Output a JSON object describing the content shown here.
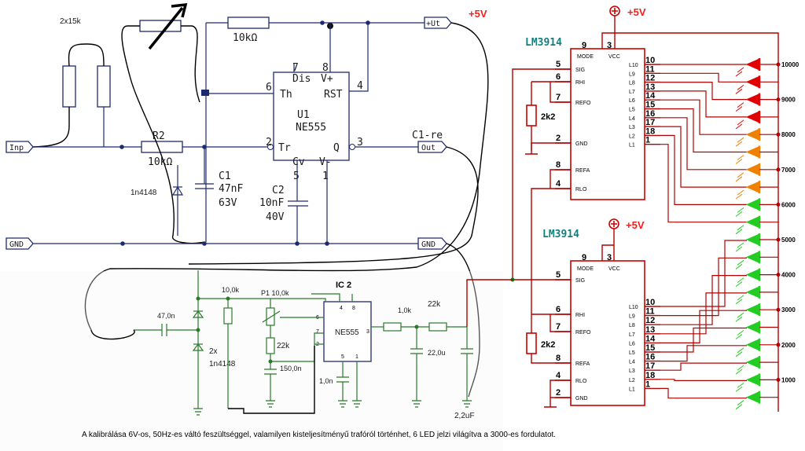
{
  "top_circuit": {
    "label_2x15k": "2x15k",
    "r_10k_top": "10kΩ",
    "r2_name": "R2",
    "r2_value": "10kΩ",
    "c1_name": "C1",
    "c1_value": "47nF",
    "c1_voltage": "63V",
    "c2_name": "C2",
    "c2_value": "10nF",
    "c2_voltage": "40V",
    "diode": "1n4148",
    "u1_name": "U1",
    "u1_part": "NE555",
    "pin_dis": "Dis",
    "pin_vplus": "V+",
    "pin_th": "Th",
    "pin_rst": "RST",
    "pin_tr": "Tr",
    "pin_q": "Q",
    "pin_cv": "Cv",
    "pin_vminus": "V-",
    "pin_nums": {
      "p7": "7",
      "p8": "8",
      "p6": "6",
      "p4": "4",
      "p2": "2",
      "p3": "3",
      "p5": "5",
      "p1": "1"
    },
    "tag_inp": "Inp",
    "tag_gnd_left": "GND",
    "tag_gnd_right": "GND",
    "tag_out": "Out",
    "tag_ut": "+Ut",
    "c1re": "C1-re",
    "plus5v": "+5V"
  },
  "bottom_circuit": {
    "ic2_name": "IC 2",
    "ic2_part": "NE555",
    "r_10k": "10,0k",
    "p1": "P1 10,0k",
    "r_22k_left": "22k",
    "c_150n": "150,0n",
    "c_47n": "47,0n",
    "diodes": "2x",
    "diodes2": "1n4148",
    "r_1k": "1,0k",
    "r_22k_right": "22k",
    "c_22u": "22,0u",
    "c_1n": "1,0n",
    "c_2_2uf": "2,2uF",
    "pins": {
      "p4": "4",
      "p8": "8",
      "p6": "6",
      "p7": "7",
      "p2": "2",
      "p3": "3",
      "p5": "5",
      "p1": "1"
    }
  },
  "lm_top": {
    "name": "LM3914",
    "supply": "+5V",
    "mode": "MODE",
    "vcc": "VCC",
    "pin9": "9",
    "pin3": "3",
    "left_pins": [
      {
        "num": "5",
        "name": "SIG"
      },
      {
        "num": "6",
        "name": "RHI"
      },
      {
        "num": "7",
        "name": "REFO"
      },
      {
        "num": "2",
        "name": "GND"
      },
      {
        "num": "8",
        "name": "REFA"
      },
      {
        "num": "4",
        "name": "RLO"
      }
    ],
    "right_pins": [
      {
        "num": "10",
        "name": "L10"
      },
      {
        "num": "11",
        "name": "L9"
      },
      {
        "num": "12",
        "name": "L8"
      },
      {
        "num": "13",
        "name": "L7"
      },
      {
        "num": "14",
        "name": "L6"
      },
      {
        "num": "15",
        "name": "L5"
      },
      {
        "num": "16",
        "name": "L4"
      },
      {
        "num": "17",
        "name": "L3"
      },
      {
        "num": "18",
        "name": "L2"
      },
      {
        "num": "1",
        "name": "L1"
      }
    ],
    "resistor": "2k2"
  },
  "lm_bottom": {
    "name": "LM3914",
    "supply": "+5V",
    "mode": "MODE",
    "vcc": "VCC",
    "pin9": "9",
    "pin3": "3",
    "left_pins": [
      {
        "num": "5",
        "name": "SIG"
      },
      {
        "num": "6",
        "name": "RHI"
      },
      {
        "num": "7",
        "name": "REFO"
      },
      {
        "num": "8",
        "name": "REFA"
      },
      {
        "num": "4",
        "name": "RLO"
      },
      {
        "num": "2",
        "name": "GND"
      }
    ],
    "right_pins": [
      {
        "num": "10",
        "name": "L10"
      },
      {
        "num": "11",
        "name": "L9"
      },
      {
        "num": "12",
        "name": "L8"
      },
      {
        "num": "13",
        "name": "L7"
      },
      {
        "num": "14",
        "name": "L6"
      },
      {
        "num": "15",
        "name": "L5"
      },
      {
        "num": "16",
        "name": "L4"
      },
      {
        "num": "17",
        "name": "L3"
      },
      {
        "num": "18",
        "name": "L2"
      },
      {
        "num": "1",
        "name": "L1"
      }
    ],
    "resistor": "2k2"
  },
  "plus5v_header": "+5V",
  "led_colors": {
    "red": "#e00000",
    "orange": "#f08000",
    "green": "#22cc22"
  },
  "rpm_marks": [
    "10000",
    "9000",
    "8000",
    "7000",
    "6000",
    "5000",
    "4000",
    "3000",
    "2000",
    "1000"
  ],
  "caption": "A kalibrálása 6V-os, 50Hz-es váltó feszültséggel, valamilyen kisteljesítményű trafóról történhet, 6 LED jelzi világítva a 3000-es fordulatot."
}
